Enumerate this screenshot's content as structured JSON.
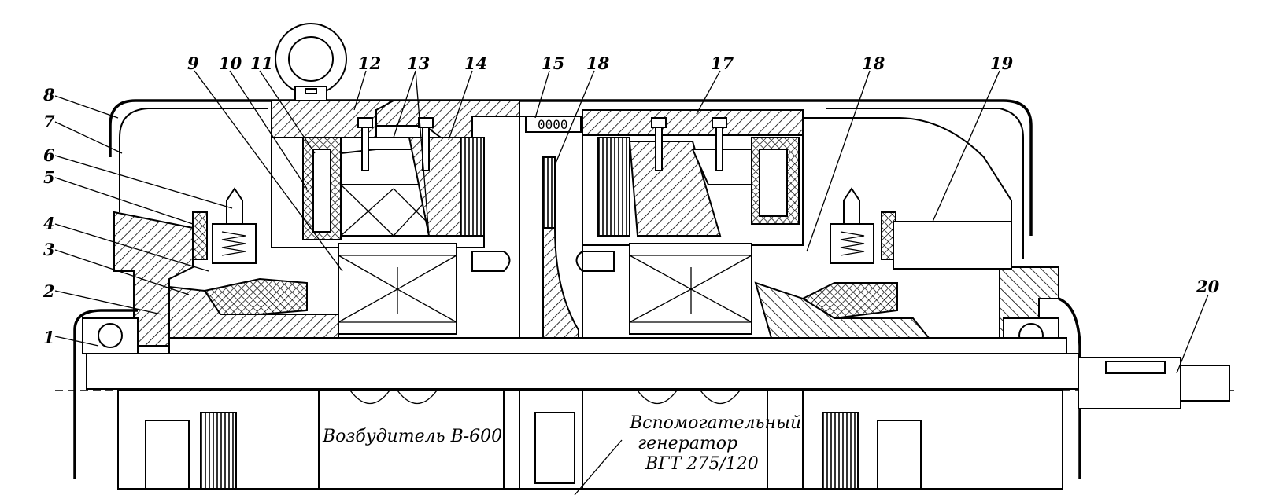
{
  "callouts": [
    "1",
    "2",
    "3",
    "4",
    "5",
    "6",
    "7",
    "8",
    "9",
    "10",
    "11",
    "12",
    "13",
    "14",
    "15",
    "18",
    "17",
    "18",
    "19",
    "20"
  ],
  "captions": {
    "exciter": "Возбудитель В-600",
    "aux_line1": "Вспомогательный",
    "aux_line2": "генератор",
    "aux_line3": "ВГТ 275/120"
  },
  "fan_ring_text": "0000"
}
